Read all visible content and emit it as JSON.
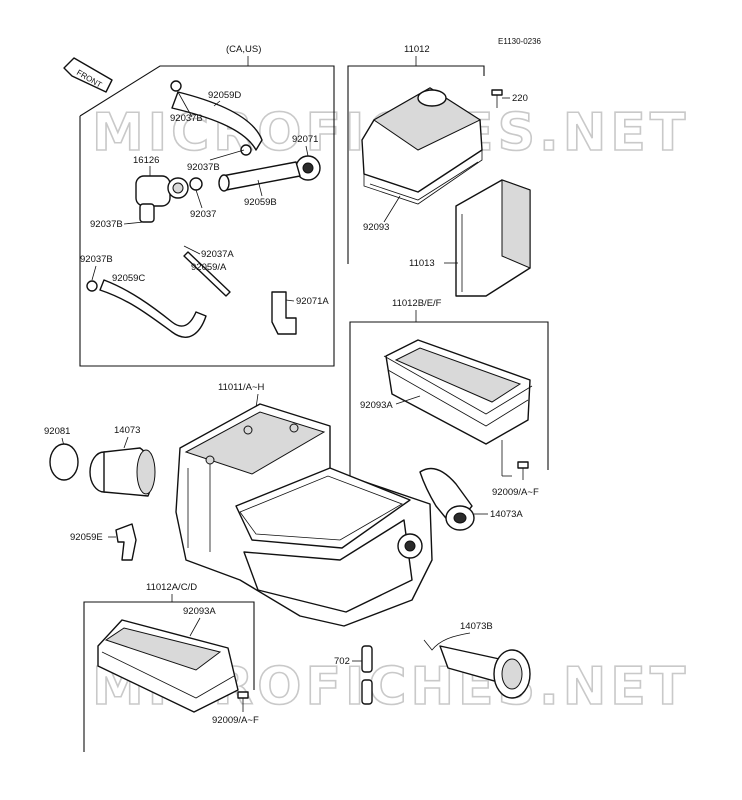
{
  "diagram": {
    "code": "E1130-0236",
    "front_arrow_label": "FRONT",
    "watermark_text": "MICROFICHES.NET",
    "groups": {
      "ca_us": "(CA,US)",
      "g11012": "11012",
      "g11012bef": "11012B/E/F",
      "g11012acd": "11012A/C/D"
    },
    "labels": {
      "p92059D": "92059D",
      "p92037B_a": "92037B",
      "p92071": "92071",
      "p16126": "16126",
      "p92037B_b": "92037B",
      "p92059B": "92059B",
      "p92037": "92037",
      "p92037B_c": "92037B",
      "p92037A": "92037A",
      "p92059A": "92059/A",
      "p92037B_d": "92037B",
      "p92059C": "92059C",
      "p92071A": "92071A",
      "p220": "220",
      "p92093": "92093",
      "p11013": "11013",
      "p92093A_right": "92093A",
      "p11011": "11011/A~H",
      "p92081": "92081",
      "p14073": "14073",
      "p92009_right": "92009/A~F",
      "p14073A": "14073A",
      "p92059E": "92059E",
      "p92093A_bottom": "92093A",
      "p14073B": "14073B",
      "p702": "702",
      "p92009_bottom": "92009/A~F"
    }
  }
}
